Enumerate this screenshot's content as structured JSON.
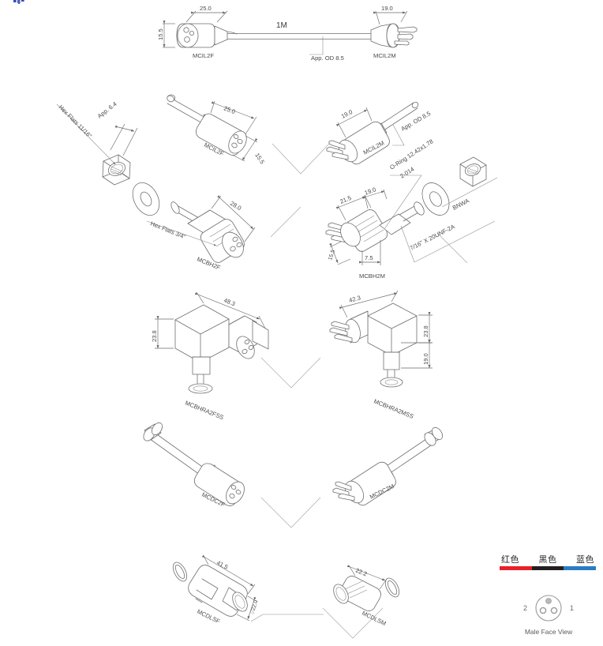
{
  "sheet": {
    "title_top": "1M",
    "logo_alt": "company-logo"
  },
  "assemblies": [
    {
      "id": "mcil2f_top",
      "label": "MCIL2F",
      "dims": [
        "25.0",
        "15.5"
      ]
    },
    {
      "id": "mcil2m_top",
      "label": "MCIL2M",
      "dims": [
        "19.0"
      ]
    },
    {
      "id": "cable_top",
      "label": "App. OD 8.5",
      "length": "1M"
    },
    {
      "id": "mcil2f_mid",
      "label": "MCIL2F",
      "dims": [
        "25.0",
        "15.5"
      ]
    },
    {
      "id": "mcil2m_mid",
      "label": "MCIL2M",
      "dims": [
        "19.0",
        "App. OD 8.5"
      ]
    },
    {
      "id": "nut",
      "label": "Hex Flats 11/16\"",
      "dims": [
        "App. 6.4"
      ]
    },
    {
      "id": "mcbh2f",
      "label": "MCBH2F",
      "dims": [
        "28.0",
        "Hex Flats 3/4\""
      ]
    },
    {
      "id": "mcbh2m",
      "label": "MCBH2M",
      "dims": [
        "21.5",
        "19.0",
        "7.5",
        "15.5"
      ]
    },
    {
      "id": "oring",
      "label": "O-Ring 12.42x1.78",
      "sub": "2-014"
    },
    {
      "id": "bnwa",
      "label": "BNWA",
      "thread": "7/16\" X 20UNF-2A"
    },
    {
      "id": "mcbhra2fss",
      "label": "MCBHRA2FSS",
      "dims": [
        "48.3",
        "23.8"
      ]
    },
    {
      "id": "mcbhra2mss",
      "label": "MCBHRA2MSS",
      "dims": [
        "42.3",
        "23.8",
        "19.0"
      ]
    },
    {
      "id": "mcdc2f",
      "label": "MCDC2F",
      "dims": []
    },
    {
      "id": "mcdc2m",
      "label": "MCDC2M",
      "dims": []
    },
    {
      "id": "mcdlsf",
      "label": "MCDLSF",
      "dims": [
        "41.5",
        "⌰22.0"
      ]
    },
    {
      "id": "mcdlsm",
      "label": "MCDLSM",
      "dims": [
        "22.2"
      ]
    }
  ],
  "labels": {
    "mcil2f": "MCIL2F",
    "mcil2m": "MCIL2M",
    "mcbh2f": "MCBH2F",
    "mcbh2m": "MCBH2M",
    "mcbhra2fss": "MCBHRA2FSS",
    "mcbhra2mss": "MCBHRA2MSS",
    "mcdc2f": "MCDC2F",
    "mcdc2m": "MCDC2M",
    "mcdlsf": "MCDLSF",
    "mcdlsm": "MCDLSM",
    "bnwa": "BNWA"
  },
  "dimensions": {
    "d25_0": "25.0",
    "d15_5": "15.5",
    "d19_0": "19.0",
    "d1m": "1M",
    "app_od_85": "App. OD 8.5",
    "app_64": "App. 6.4",
    "hex_flats_1116": "Hex Flats 11/16\"",
    "hex_flats_34": "Hex Flats 3/4\"",
    "d28_0": "28.0",
    "d21_5": "21.5",
    "d7_5": "7.5",
    "oring": "O-Ring 12.42x1.78",
    "oring_sub": "2-014",
    "thread": "7/16\" X 20UNF-2A",
    "d48_3": "48.3",
    "d23_8": "23.8",
    "d42_3": "42.3",
    "d41_5": "41.5",
    "dia22_0": "⌰22.0",
    "d22_2": "22.2"
  },
  "legend": {
    "colors": [
      {
        "name": "红色",
        "hex": "#e8212b"
      },
      {
        "name": "黑色",
        "hex": "#231f20"
      },
      {
        "name": "蓝色",
        "hex": "#2b7bc4"
      }
    ]
  },
  "face_view": {
    "caption": "Male Face View",
    "pin_left": "2",
    "pin_right": "1"
  }
}
